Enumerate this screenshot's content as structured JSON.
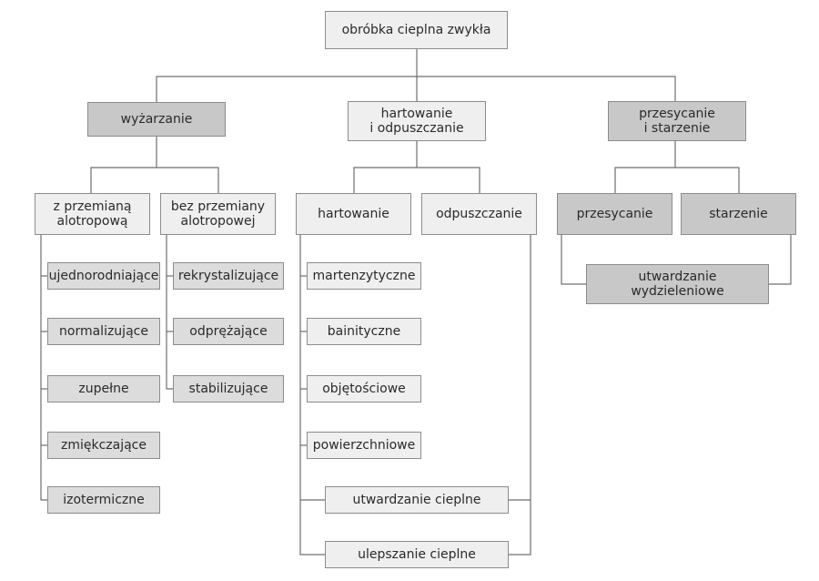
{
  "root": "obróbka cieplna zwykła",
  "branches": {
    "annealing": {
      "label": "wyżarzanie",
      "with_transformation": {
        "label": "z przemianą\nalotropową",
        "items": [
          "ujednorodniające",
          "normalizujące",
          "zupełne",
          "zmiękczające",
          "izotermiczne"
        ]
      },
      "without_transformation": {
        "label": "bez przemiany\nalotropowej",
        "items": [
          "rekrystalizujące",
          "odprężające",
          "stabilizujące"
        ]
      }
    },
    "hardening_tempering": {
      "label": "hartowanie\ni odpuszczanie",
      "hardening": {
        "label": "hartowanie",
        "items": [
          "martenzytyczne",
          "bainityczne",
          "objętościowe",
          "powierzchniowe"
        ]
      },
      "tempering": {
        "label": "odpuszczanie"
      },
      "shared": [
        "utwardzanie cieplne",
        "ulepszanie cieplne"
      ]
    },
    "solution_aging": {
      "label": "przesycanie\ni starzenie",
      "solution": {
        "label": "przesycanie"
      },
      "aging": {
        "label": "starzenie"
      },
      "result": {
        "label": "utwardzanie\nwydzieleniowe"
      }
    }
  }
}
